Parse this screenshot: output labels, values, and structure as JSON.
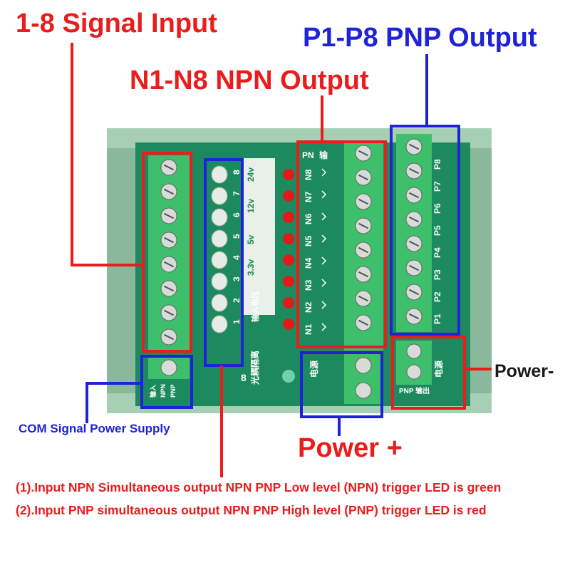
{
  "title_signal_input": "1-8 Signal Input",
  "title_pnp_output": "P1-P8 PNP Output",
  "title_npn_output": "N1-N8 NPN Output",
  "label_power_minus": "Power-",
  "label_com_supply": "COM Signal Power Supply",
  "label_power_plus": "Power +",
  "note_1": "(1).Input NPN Simultaneous output NPN PNP Low level (NPN) trigger LED is green",
  "note_2": "(2).Input PNP simultaneous output NPN PNP High level (PNP) trigger LED is red",
  "board": {
    "input_numbers": [
      "1",
      "2",
      "3",
      "4",
      "5",
      "6",
      "7",
      "8"
    ],
    "voltage_options": [
      "24v",
      "12v",
      "5v",
      "3.3v"
    ],
    "voltage_caption": "输入电压",
    "isolation_caption": "光耦隔离",
    "npn_terminals": [
      "N1",
      "N2",
      "N3",
      "N4",
      "N5",
      "N6",
      "N7",
      "N8"
    ],
    "npn_header": "PN",
    "npn_header_cn": "输",
    "pnp_terminals": [
      "P1",
      "P2",
      "P3",
      "P4",
      "P5",
      "P6",
      "P7",
      "P8"
    ],
    "power_cn": "电源",
    "com_labels": [
      "输入",
      "NPN",
      "PNP"
    ],
    "pnp_output_cn": "PNP 输出",
    "led_count_marker": "8"
  },
  "colors": {
    "pcb": "#1c8a5e",
    "terminal_block": "#3dbf6c",
    "rail": "#8ab89a",
    "callout_red": "#ea1c1c",
    "callout_blue": "#1f22d6",
    "led_red": "#e21a1a"
  }
}
